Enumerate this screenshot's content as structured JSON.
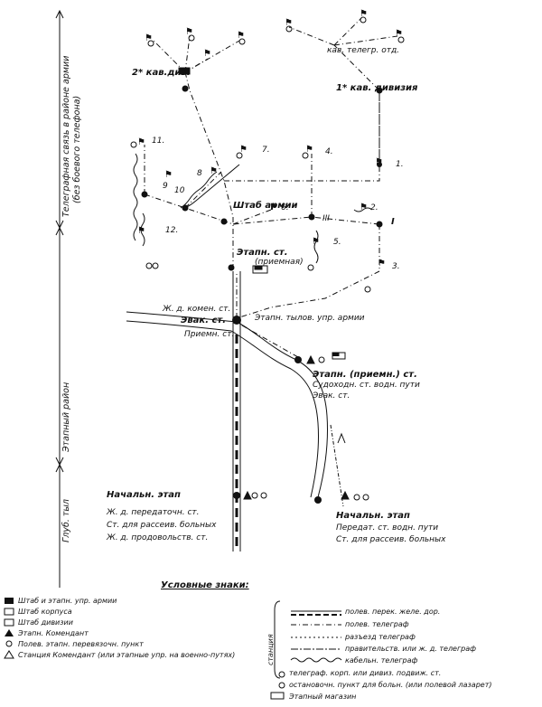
{
  "side_labels": {
    "army_area": "Телеграфная связь в районе армии",
    "army_area_note": "(без боевого телефона)",
    "etap_area": "Этапный район",
    "deep_rear": "Глуб. тыл"
  },
  "divisions": {
    "cav2": "2* кав.див.",
    "cav1": "1* кав. дивизия",
    "cav_tel": "кав. телегр. отд."
  },
  "staff": {
    "army_hq": "Штаб армии"
  },
  "corps": {
    "c11": "11.",
    "c10": "10",
    "c9": "9",
    "c8": "8",
    "c7": "7.",
    "c12": "12.",
    "c4": "4.",
    "c6": "6.",
    "cIII": "III",
    "c5": "5.",
    "c1": "1.",
    "c2": "2.",
    "cI": "I",
    "c3": "3."
  },
  "stations": {
    "etap_reception": "Этапн. ст.",
    "etap_reception_sub": "(приемная)",
    "zh_d_kom": "Ж. д. комен. ст.",
    "evak": "Эвак. ст.",
    "priem": "Приемн. ст.",
    "etap_rear_hq": "Этапн. тылов. упр. армии",
    "etap_priem_river": "Этапн. (приемн.) ст.",
    "sudokhod": "Судоходн. ст. водн. пути",
    "evak2": "Эвак. ст."
  },
  "bottom_left_block": {
    "head": "Начальн. этап",
    "l1": "Ж. д. передаточн. ст.",
    "l2": "Ст. для рассеив. больных",
    "l3": "Ж. д. продовольств. ст."
  },
  "bottom_right_block": {
    "head": "Начальн. этап",
    "l1": "Передат. ст. водн. пути",
    "l2": "Ст. для рассеив. больных"
  },
  "legend": {
    "title": "Условные знаки:",
    "left": [
      "Штаб и этапн. упр. армии",
      "Штаб корпуса",
      "Штаб дивизии",
      "Этапн. Комендант",
      "Полев. этапн. перевязочн. пункт",
      "Станция Комендант (или этапные упр. на военно-путях)"
    ],
    "right": [
      "полев. перек. желе. дор.",
      "полев. телеграф",
      "разъезд телеграф",
      "правительств. или ж. д. телеграф",
      "кабельн. телеграф",
      "телеграф. корп. или дивиз. подвиж. ст.",
      "остановочн. пункт для больн. (или полевой лазарет)",
      "Этапный магазин"
    ],
    "right_station": "станция"
  }
}
